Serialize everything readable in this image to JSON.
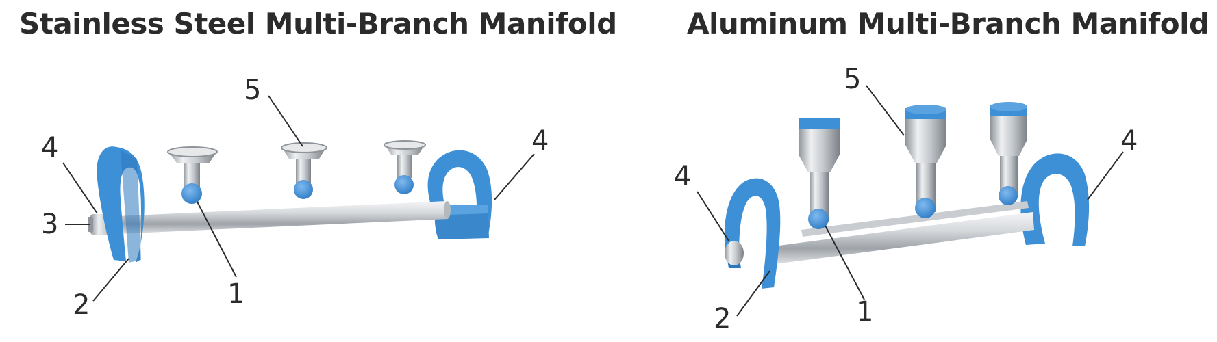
{
  "panels": [
    {
      "title": "Stainless Steel Multi-Branch Manifold",
      "callouts": [
        "1",
        "2",
        "3",
        "4",
        "4",
        "5"
      ]
    },
    {
      "title": "Aluminum Multi-Branch Manifold",
      "callouts": [
        "1",
        "2",
        "4",
        "4",
        "5"
      ]
    }
  ],
  "colors": {
    "accent_blue": "#3d8fd6",
    "steel": "#c8ccd1",
    "text": "#2b2b2b"
  }
}
